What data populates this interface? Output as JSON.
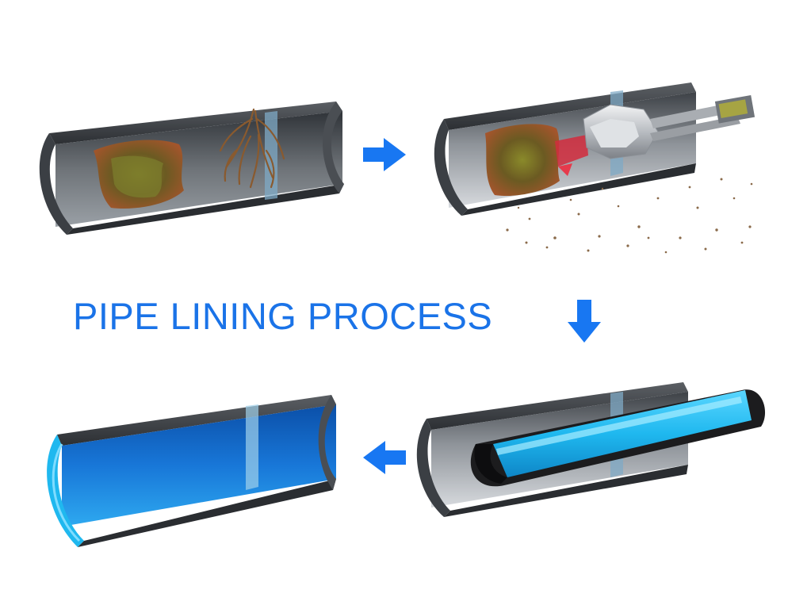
{
  "title": "PIPE LINING PROCESS",
  "colors": {
    "accent_blue": "#1a73e8",
    "arrow_blue": "#1877f2",
    "liner_cyan": "#1fb8ef",
    "pipe_gray": "#4a4d52"
  },
  "stages": [
    {
      "id": "clogged-pipe",
      "icon": "clogged-pipe-illustration"
    },
    {
      "id": "hydro-cleaning",
      "icon": "cleaning-nozzle-illustration"
    },
    {
      "id": "liner-insertion",
      "icon": "liner-insertion-illustration"
    },
    {
      "id": "lined-pipe",
      "icon": "lined-pipe-illustration"
    }
  ],
  "flow_arrows": [
    "right-arrow-icon",
    "down-arrow-icon",
    "left-arrow-icon"
  ]
}
